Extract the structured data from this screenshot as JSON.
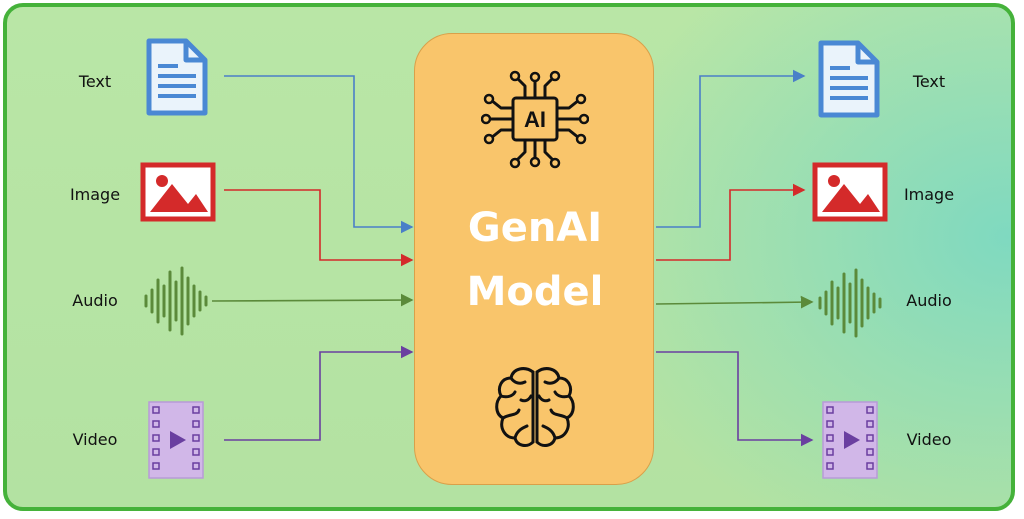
{
  "inputs": [
    {
      "label": "Text"
    },
    {
      "label": "Image"
    },
    {
      "label": "Audio"
    },
    {
      "label": "Video"
    }
  ],
  "outputs": [
    {
      "label": "Text"
    },
    {
      "label": "Image"
    },
    {
      "label": "Audio"
    },
    {
      "label": "Video"
    }
  ],
  "model": {
    "line1": "GenAI",
    "line2": "Model",
    "chip_text": "AI"
  },
  "colors": {
    "text": "#4a88d4",
    "image": "#d42a2a",
    "audio": "#5b8a3a",
    "video": "#6a3fa0",
    "border": "#45b23a",
    "model_fill": "#f9c56b"
  }
}
